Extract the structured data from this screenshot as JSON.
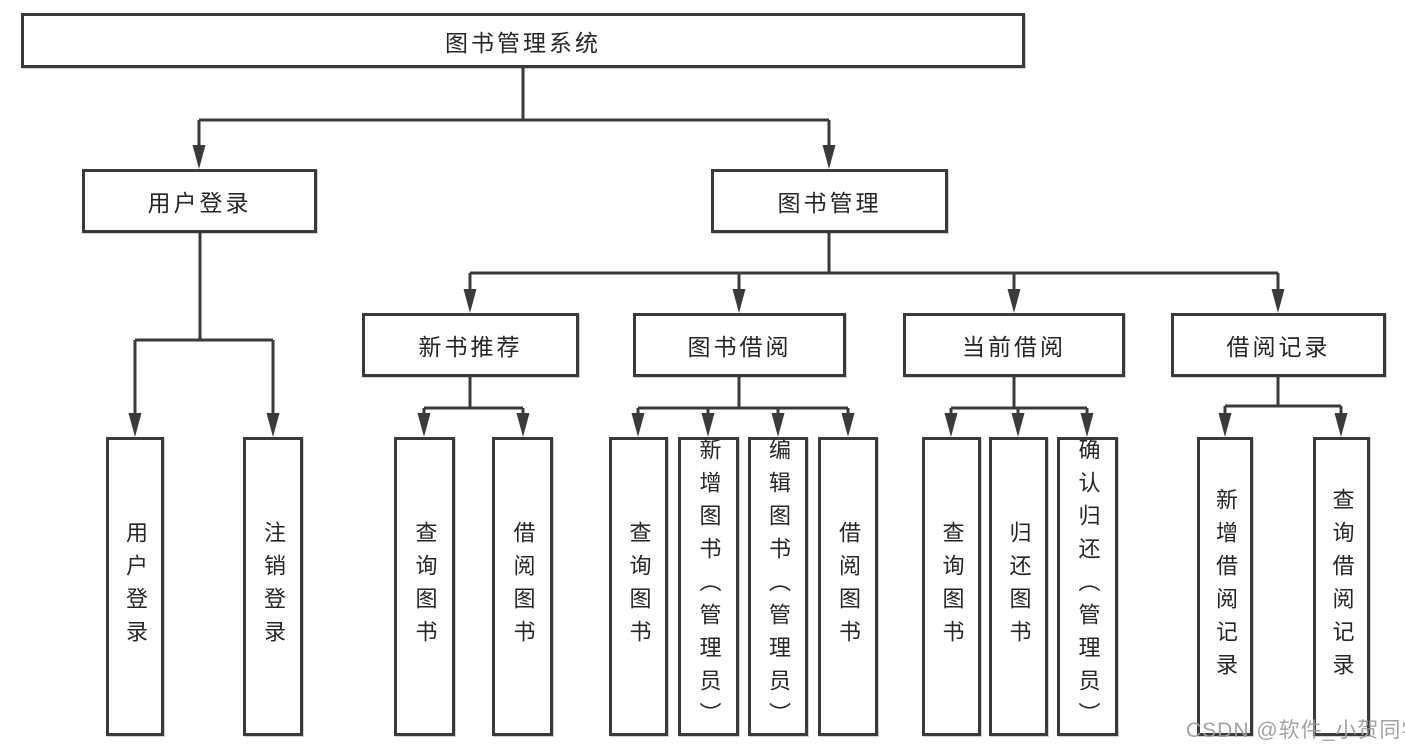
{
  "diagram": {
    "type": "hierarchy-tree",
    "root": {
      "label": "图书管理系统"
    },
    "user_login": {
      "label": "用户登录",
      "children": [
        {
          "label": "用户登录"
        },
        {
          "label": "注销登录"
        }
      ]
    },
    "book_management": {
      "label": "图书管理",
      "sections": [
        {
          "label": "新书推荐",
          "children": [
            {
              "label": "查询图书"
            },
            {
              "label": "借阅图书"
            }
          ]
        },
        {
          "label": "图书借阅",
          "children": [
            {
              "label": "查询图书"
            },
            {
              "label": "新增图书（管理员）"
            },
            {
              "label": "编辑图书（管理员）"
            },
            {
              "label": "借阅图书"
            }
          ]
        },
        {
          "label": "当前借阅",
          "children": [
            {
              "label": "查询图书"
            },
            {
              "label": "归还图书"
            },
            {
              "label": "确认归还（管理员）"
            }
          ]
        },
        {
          "label": "借阅记录",
          "children": [
            {
              "label": "新增借阅记录"
            },
            {
              "label": "查询借阅记录"
            }
          ]
        }
      ]
    }
  },
  "watermark": {
    "text": "CSDN @软件_小贺同学"
  },
  "colors": {
    "line": "#3a3a3a",
    "box_border": "#3a3a3a",
    "text": "#262626",
    "watermark": "#9e9e9e",
    "background": "#ffffff"
  }
}
